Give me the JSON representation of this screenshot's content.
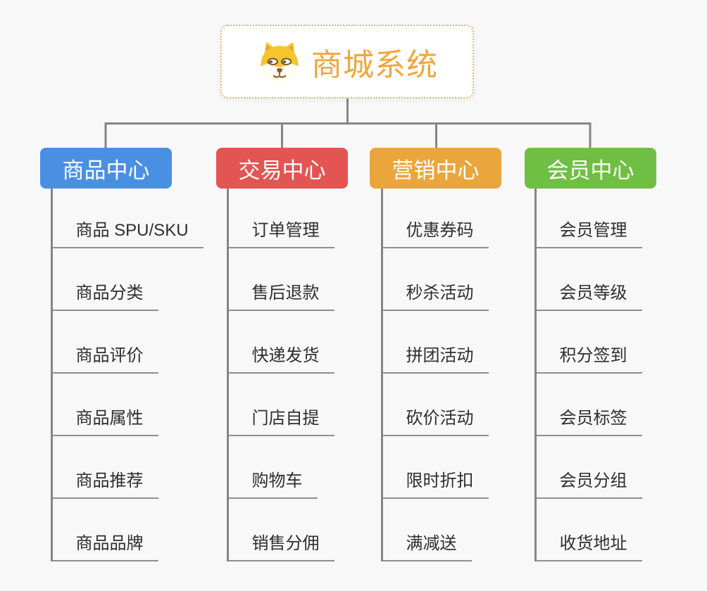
{
  "canvas": {
    "background_color": "#f8f8f8",
    "connector_color": "#858585",
    "underline_color": "#8f8f8f"
  },
  "root": {
    "title": "商城系统",
    "icon": "dog-face-icon",
    "title_color": "#f1a63c",
    "border_color": "#f2b168",
    "background_color": "#ffffff"
  },
  "branches": [
    {
      "label": "商品中心",
      "color": "#4a90e2",
      "items": [
        "商品 SPU/SKU",
        "商品分类",
        "商品评价",
        "商品属性",
        "商品推荐",
        "商品品牌"
      ]
    },
    {
      "label": "交易中心",
      "color": "#e25553",
      "items": [
        "订单管理",
        "售后退款",
        "快递发货",
        "门店自提",
        "购物车",
        "销售分佣"
      ]
    },
    {
      "label": "营销中心",
      "color": "#eaa63c",
      "items": [
        "优惠券码",
        "秒杀活动",
        "拼团活动",
        "砍价活动",
        "限时折扣",
        "满减送"
      ]
    },
    {
      "label": "会员中心",
      "color": "#6fbf44",
      "items": [
        "会员管理",
        "会员等级",
        "积分签到",
        "会员标签",
        "会员分组",
        "收货地址"
      ]
    }
  ]
}
